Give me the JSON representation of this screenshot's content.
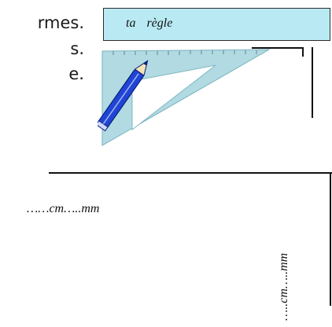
{
  "fragments": [
    "rmes.",
    "s.",
    "e."
  ],
  "ruler_box": {
    "label_word1": "ta",
    "label_word2": "règle",
    "fill": "#b9eaf4"
  },
  "answers": {
    "horizontal": "……cm…..mm",
    "vertical": "…..cm…..mm"
  },
  "illustration": {
    "name": "set-square-with-pencil",
    "colors": {
      "set_square": "#a9d6df",
      "pencil": "#1f44d6"
    }
  }
}
